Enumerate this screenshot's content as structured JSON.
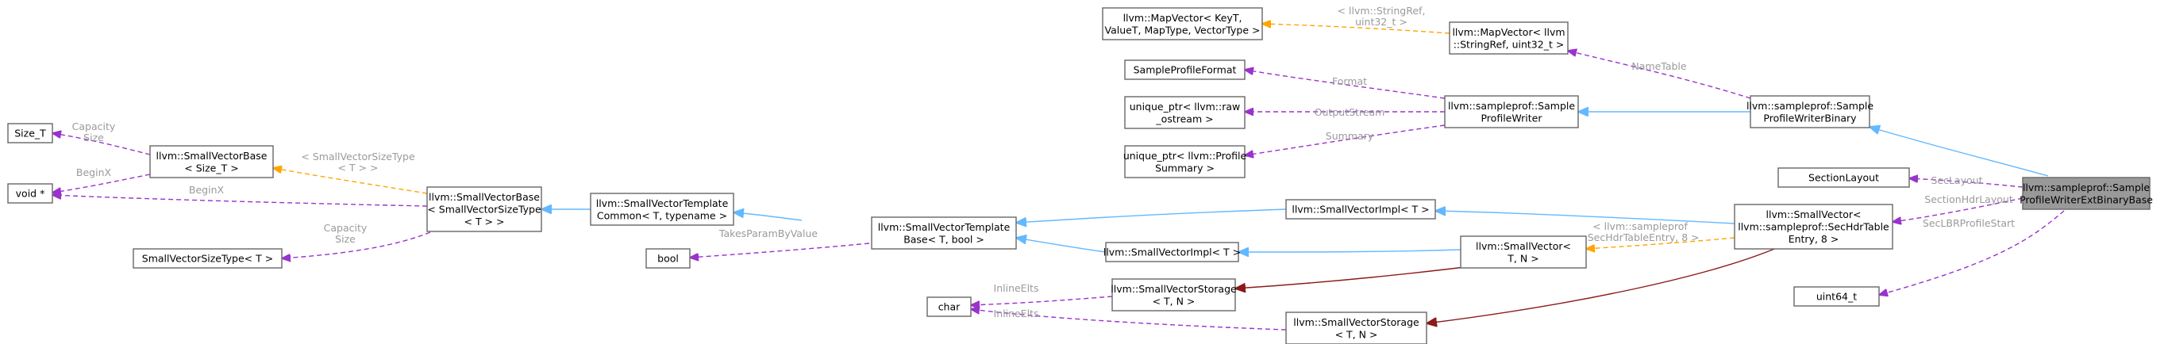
{
  "colors": {
    "inheritance": "#63b8ff",
    "usage": "#9a32cd",
    "template": "#ffa500",
    "private": "#8b1a1a",
    "label": "#9a9a9a"
  },
  "nodes": {
    "size_t": {
      "lines": [
        "Size_T"
      ]
    },
    "void_ptr": {
      "lines": [
        "void *"
      ]
    },
    "small_vector_size_type": {
      "lines": [
        "SmallVectorSizeType< T >"
      ]
    },
    "small_vector_base_size_t": {
      "lines": [
        "llvm::SmallVectorBase",
        "< Size_T >"
      ]
    },
    "small_vector_base_svst": {
      "lines": [
        "llvm::SmallVectorBase",
        "< SmallVectorSizeType",
        "< T > >"
      ]
    },
    "small_vector_template_common": {
      "lines": [
        "llvm::SmallVectorTemplate",
        "Common< T, typename >"
      ]
    },
    "bool": {
      "lines": [
        "bool"
      ]
    },
    "char": {
      "lines": [
        "char"
      ]
    },
    "small_vector_template_base": {
      "lines": [
        "llvm::SmallVectorTemplate",
        "Base< T, bool >"
      ]
    },
    "map_vector_generic": {
      "lines": [
        "llvm::MapVector< KeyT,",
        "ValueT, MapType, VectorType >"
      ]
    },
    "sample_profile_format": {
      "lines": [
        "SampleProfileFormat"
      ]
    },
    "unique_ptr_raw_ostream": {
      "lines": [
        "unique_ptr< llvm::raw",
        "_ostream >"
      ]
    },
    "unique_ptr_profile_summary": {
      "lines": [
        "unique_ptr< llvm::Profile",
        "Summary >"
      ]
    },
    "small_vector_impl_top": {
      "lines": [
        "llvm::SmallVectorImpl< T >"
      ]
    },
    "small_vector_impl_mid": {
      "lines": [
        "llvm::SmallVectorImpl< T >"
      ]
    },
    "small_vector_storage_mid": {
      "lines": [
        "llvm::SmallVectorStorage",
        "< T, N >"
      ]
    },
    "small_vector_storage_low": {
      "lines": [
        "llvm::SmallVectorStorage",
        "< T, N >"
      ]
    },
    "map_vector_stringref": {
      "lines": [
        "llvm::MapVector< llvm",
        "::StringRef, uint32_t >"
      ]
    },
    "sample_profile_writer": {
      "lines": [
        "llvm::sampleprof::Sample",
        "ProfileWriter"
      ]
    },
    "small_vector_t_n": {
      "lines": [
        "llvm::SmallVector<",
        "T, N >"
      ]
    },
    "sample_profile_writer_binary": {
      "lines": [
        "llvm::sampleprof::Sample",
        "ProfileWriterBinary"
      ]
    },
    "section_layout": {
      "lines": [
        "SectionLayout"
      ]
    },
    "small_vector_sec_hdr": {
      "lines": [
        "llvm::SmallVector<",
        "llvm::sampleprof::SecHdrTable",
        "Entry, 8 >"
      ]
    },
    "uint64_t": {
      "lines": [
        "uint64_t"
      ]
    },
    "ext_binary_base": {
      "lines": [
        "llvm::sampleprof::Sample",
        "ProfileWriterExtBinaryBase"
      ]
    }
  },
  "edge_labels": {
    "capacity_size_top": [
      "Capacity",
      "Size"
    ],
    "beginx_top": [
      "BeginX"
    ],
    "beginx_bottom": [
      "BeginX"
    ],
    "capacity_size_bottom": [
      "Capacity",
      "Size"
    ],
    "svst_template_args": [
      "< SmallVectorSizeType",
      "< T > >"
    ],
    "takes_param_by_value": [
      "TakesParamByValue"
    ],
    "inline_elts_mid": [
      "InlineElts"
    ],
    "inline_elts_low": [
      "InlineElts"
    ],
    "stringref_template_args": [
      "< llvm::StringRef,",
      "uint32_t >"
    ],
    "name_table": [
      "NameTable"
    ],
    "format": [
      "Format"
    ],
    "output_stream": [
      "OutputStream"
    ],
    "summary": [
      "Summary"
    ],
    "sec_hdr_template_args": [
      "< llvm::sampleprof",
      "::SecHdrTableEntry, 8 >"
    ],
    "sec_layout": [
      "SecLayout"
    ],
    "section_hdr_layout": [
      "SectionHdrLayout"
    ],
    "sec_bin_profile_start": [
      "SecLBRProfileStart"
    ]
  }
}
